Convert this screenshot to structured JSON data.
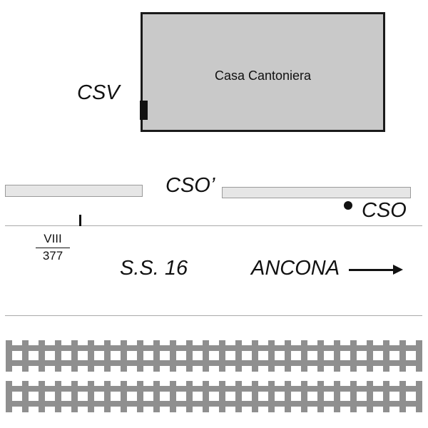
{
  "labels": {
    "building": "Casa Cantoniera",
    "csv": "CSV",
    "cso_prime": "CSO’",
    "cso": "CSO",
    "km_numerator": "VIII",
    "km_denominator": "377",
    "road": "S.S. 16",
    "direction": "ANCONA"
  },
  "colors": {
    "building_fill": "#c9c9c9",
    "building_border": "#1a1a1a",
    "guardrail_fill": "#e6e6e6",
    "guardrail_border": "#9a9a9a",
    "rail_gray": "#8f8f8f",
    "thin_line_gray": "#a9a9a9",
    "ink": "#111111"
  },
  "tracks": {
    "count": 2,
    "ties_per_track": 26
  }
}
